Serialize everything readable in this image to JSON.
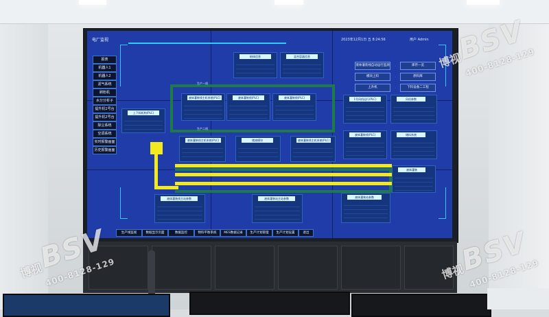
{
  "screen": {
    "title": "电厂监视",
    "datetime": "2023年12月1日  五   8:24:56",
    "user": "用户 Admin",
    "nav": [
      "报表",
      "机器人1",
      "机器人2",
      "滤气系统",
      "刷粉机",
      "水分分析子",
      "提升机1号台子",
      "提升机2号台子",
      "除尘系统",
      "空调系统",
      "实时报警画面",
      "历史报警画面"
    ],
    "panels": {
      "left_feed": "上下料机构(PLC)",
      "top_a": "粉体信息",
      "top_b": "混合容器信息",
      "mid_a": "液体灌装线主机系统(PLC)",
      "mid_b": "液体灌装线(PLC)",
      "mid_c": "液体灌装线(PLC)",
      "lower_a": "液体灌装线主机系统(PLC)",
      "lower_b": "储液模块",
      "lower_c": "液体灌装线主机系统(PLC)",
      "right_a": "1号风机运行(PLC)",
      "right_b": "风机参数",
      "right_c": "液体灌装线(PLC)",
      "right_d": "储料系统",
      "right_e": "液体灌装",
      "bottom_a": "液体灌装线主站参数",
      "bottom_b": "液体灌装站主站参数",
      "bottom_c": "液体灌装站参数",
      "line_label_1": "生产一线",
      "line_label_2": "生产二线"
    },
    "buttons": [
      "液体灌装线自动运行监测",
      "库存一览",
      "模块上料",
      "原料库",
      "上升机",
      "下料设备二工程"
    ],
    "tabs": [
      "生产线监视",
      "数据显示页面",
      "数据监控",
      "物料平衡系统",
      "MES数据记录",
      "生产计划管理",
      "生产计划设置",
      "退出"
    ]
  },
  "watermark": {
    "brand": "BSV",
    "phone": "400-8128-129",
    "cn": "博视"
  }
}
